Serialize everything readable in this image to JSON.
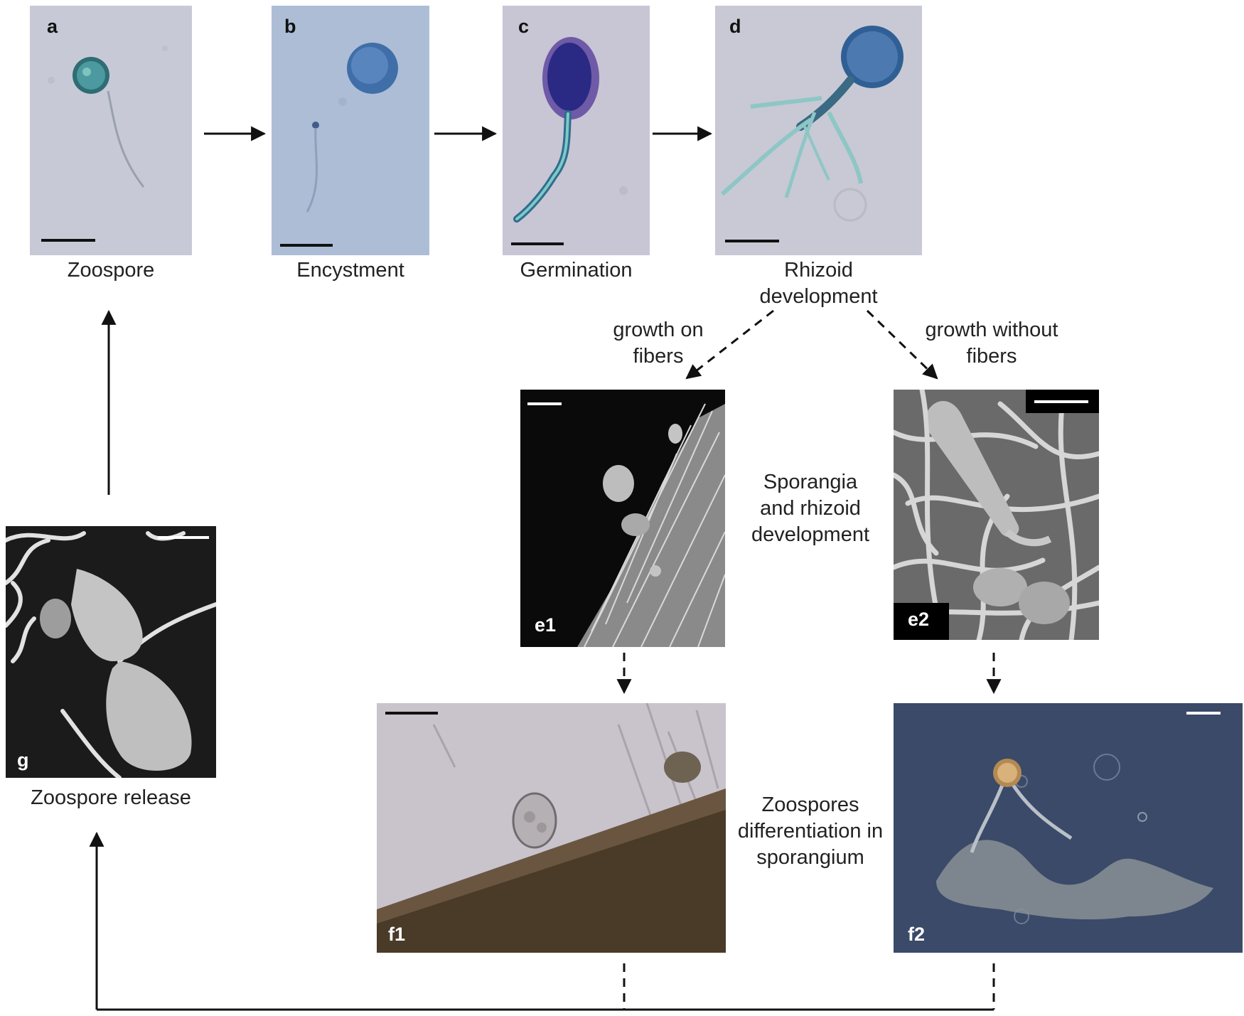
{
  "panels": {
    "a": {
      "letter": "a",
      "caption": "Zoospore"
    },
    "b": {
      "letter": "b",
      "caption": "Encystment"
    },
    "c": {
      "letter": "c",
      "caption": "Germination"
    },
    "d": {
      "letter": "d",
      "caption_line1": "Rhizoid",
      "caption_line2": "development"
    },
    "e1": {
      "letter": "e1"
    },
    "e2": {
      "letter": "e2"
    },
    "f1": {
      "letter": "f1"
    },
    "f2": {
      "letter": "f2"
    },
    "g": {
      "letter": "g",
      "caption": "Zoospore release"
    }
  },
  "branches": {
    "left_line1": "growth on",
    "left_line2": "fibers",
    "right_line1": "growth without",
    "right_line2": "fibers"
  },
  "stages": {
    "sporangia_line1": "Sporangia",
    "sporangia_line2": "and rhizoid",
    "sporangia_line3": "development",
    "zoospores_line1": "Zoospores",
    "zoospores_line2": "differentiation in",
    "zoospores_line3": "sporangium"
  },
  "colors": {
    "light_micrograph_bg": "#c9ccd8",
    "encystment_bg": "#adbdd6",
    "sem_bg": "#111111",
    "darkfield_bg": "#3a4a66",
    "arrow": "#111111"
  }
}
